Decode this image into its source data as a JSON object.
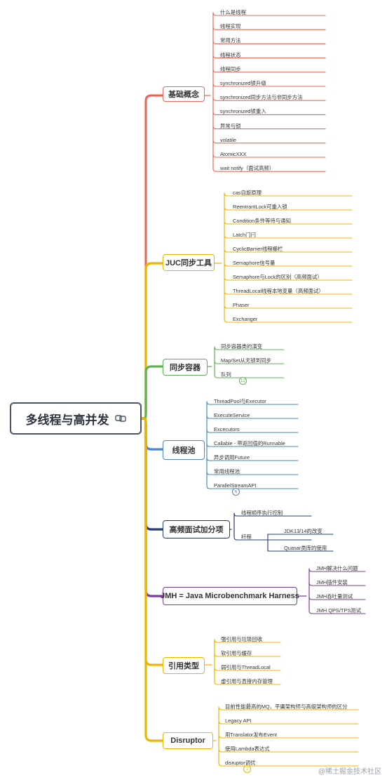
{
  "root": {
    "title": "多线程与高并发",
    "icon": "link-icon"
  },
  "watermark": "@稀土掘金技术社区",
  "colors": {
    "basic": "#e8695b",
    "juc": "#f0b400",
    "containers": "#5ab552",
    "pool": "#4a86c8",
    "interview": "#2a3b6e",
    "jmh": "#7b3f98",
    "refs": "#f0b400",
    "disruptor": "#f0b400"
  },
  "branches": {
    "basic": {
      "label": "基础概念",
      "items": [
        "什么是线程",
        "线程实现",
        "常用方法",
        "线程状态",
        "线程同步",
        "synchronized锁升级",
        "synchronized同步方法与非同步方法",
        "synchronized锁重入",
        "异常与锁",
        "volatile",
        "AtomicXXX",
        "wait notify（面试高频）"
      ]
    },
    "juc": {
      "label": "JUC同步工具",
      "items": [
        "cas自旋原理",
        "ReentrantLock可重入锁",
        "Condition条件等待与通知",
        "Latch门闩",
        "CyclicBarrier线程栅栏",
        "Semaphore信号量",
        "Semaphore与Lock的区别（高频面试）",
        "ThreadLocal线程本地变量（高频面试）",
        "Phaser",
        "Exchanger"
      ]
    },
    "containers": {
      "label": "同步容器",
      "items": [
        "同步容器类的演变",
        "Map/Set从无锁到同步",
        "队列"
      ],
      "badge": "12"
    },
    "pool": {
      "label": "线程池",
      "items": [
        "ThreadPool与Executor",
        "ExecuteService",
        "Excecutors",
        "Callable - 带返回值的Runnable",
        "异步调用Future",
        "常用线程池",
        "ParallelStreamAPI"
      ],
      "badge": "6"
    },
    "interview": {
      "label": "高频面试加分项",
      "items": [
        "线程顺序执行控制",
        "纤程"
      ],
      "sub_items": [
        "JDK13/14的改变",
        "Quasar类库的使用"
      ]
    },
    "jmh": {
      "label": "JMH = Java Microbenchmark Harness",
      "items": [
        "JMH解决什么问题",
        "JMH插件安装",
        "JMH吞吐量测试",
        "JMH QPS/TPS测试"
      ]
    },
    "refs": {
      "label": "引用类型",
      "items": [
        "强引用与垃圾回收",
        "软引用与缓存",
        "弱引用与ThreadLocal",
        "虚引用与直接内存管理"
      ]
    },
    "disruptor": {
      "label": "Disruptor",
      "items": [
        "目前性能最高的MQ，平庸架构师与高级架构师的区分",
        "Legacy API",
        "用Translator发布Event",
        "使用Lambda表达式",
        "disruptor调优"
      ],
      "badge": "7"
    }
  }
}
